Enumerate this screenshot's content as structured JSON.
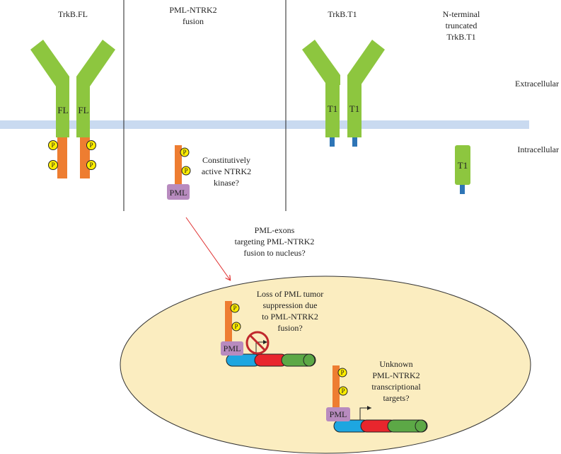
{
  "colors": {
    "receptor_green": "#8dc63f",
    "kinase_orange": "#ee7d31",
    "membrane_blue": "#c9daf0",
    "tail_blue": "#2e75b6",
    "pml_purple": "#b88bbf",
    "phospho_yellow": "#ffee00",
    "nucleus_fill": "#fbedc0",
    "dna_blue": "#1ea6e0",
    "dna_red": "#e8262d",
    "dna_green": "#5ca846",
    "arrow_red": "#e03030",
    "prohibit_red": "#c0282d"
  },
  "panels": {
    "trkb_fl": "TrkB.FL",
    "pml_ntrk2_line1": "PML-NTRK2",
    "pml_ntrk2_line2": "fusion",
    "trkb_t1": "TrkB.T1",
    "nterm_line1": "N-terminal",
    "nterm_line2": "truncated",
    "nterm_line3": "TrkB.T1"
  },
  "compartments": {
    "extracellular": "Extracellular",
    "intracellular": "Intracellular"
  },
  "receptor_labels": {
    "fl": "FL",
    "t1": "T1"
  },
  "phospho_label": "P",
  "pml_label": "PML",
  "annotations": {
    "constitutive_line1": "Constitutively",
    "constitutive_line2": "active NTRK2",
    "constitutive_line3": "kinase?",
    "exons_line1": "PML-exons",
    "exons_line2": "targeting PML-NTRK2",
    "exons_line3": "fusion to nucleus?",
    "loss_line1": "Loss of PML tumor",
    "loss_line2": "suppression due",
    "loss_line3": "to PML-NTRK2",
    "loss_line4": "fusion?",
    "unknown_line1": "Unknown",
    "unknown_line2": "PML-NTRK2",
    "unknown_line3": "transcriptional",
    "unknown_line4": "targets?"
  }
}
